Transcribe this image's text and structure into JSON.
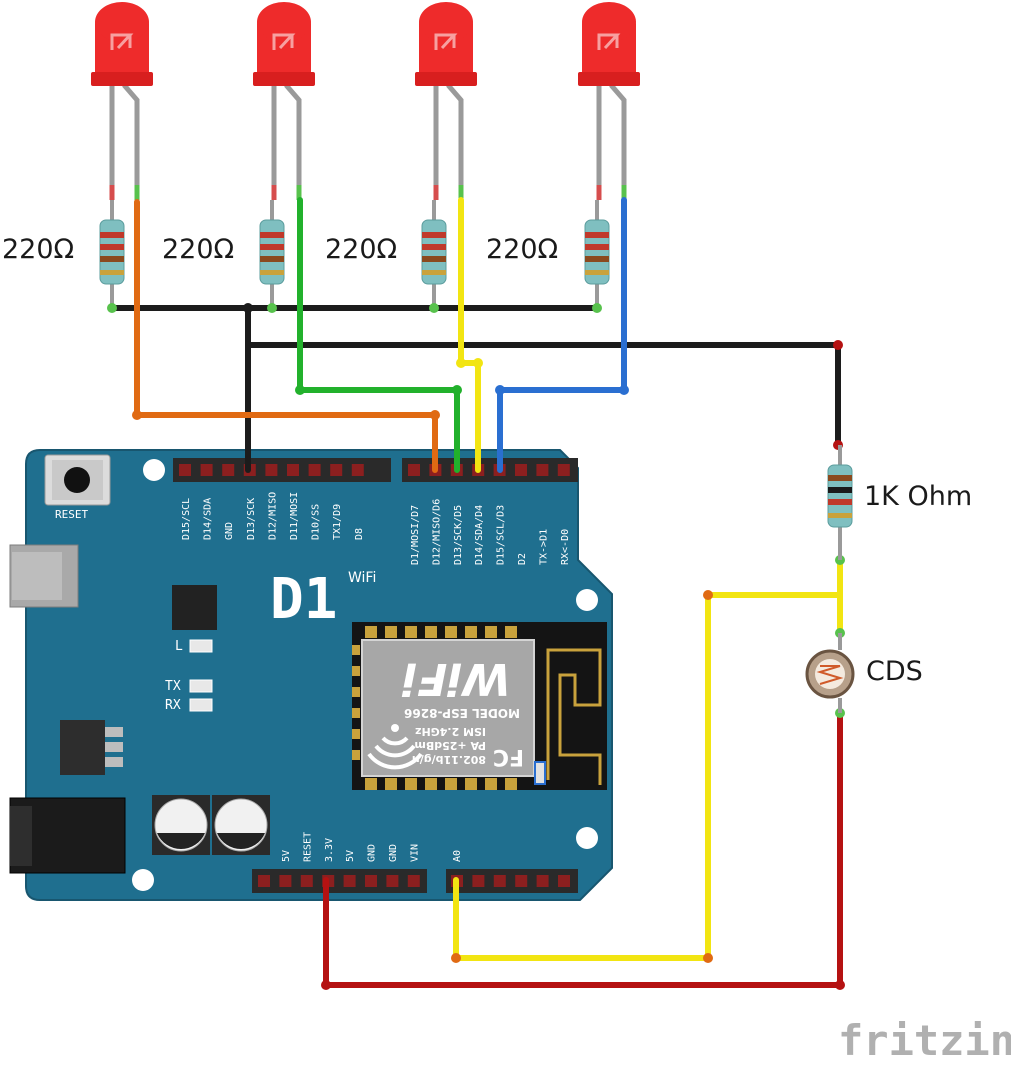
{
  "colors": {
    "board": "#1f6f8f",
    "board_edge": "#18566f",
    "wire_orange": "#e06a13",
    "wire_green": "#22b12c",
    "wire_yellow": "#f2e512",
    "wire_blue": "#2a6fd1",
    "wire_black": "#1c1c1c",
    "wire_red": "#b51212",
    "led": "#ee2b2b"
  },
  "labels": {
    "resistor_1": "220Ω",
    "resistor_2": "220Ω",
    "resistor_3": "220Ω",
    "resistor_4": "220Ω",
    "resistor_1k": "1K Ohm",
    "cds": "CDS",
    "watermark": "fritzing"
  },
  "board": {
    "logo": "D1",
    "logo_sub": "WiFi",
    "reset": "RESET",
    "led_l": "L",
    "led_tx": "TX",
    "led_rx": "RX",
    "top_pins_left": [
      "D15/SCL",
      "D14/SDA",
      "GND",
      "D13/SCK",
      "D12/MISO",
      "D11/MOSI",
      "D10/SS",
      "TX1/D9",
      "D8"
    ],
    "top_pins_right": [
      "D1/MOSI/D7",
      "D12/MISO/D6",
      "D13/SCK/D5",
      "D14/SDA/D4",
      "D15/SCL/D3",
      "D2",
      "TX->D1",
      "RX<-D0"
    ],
    "bottom_pins_left": [
      "5V",
      "RESET",
      "3.3V",
      "5V",
      "GND",
      "GND",
      "VIN"
    ],
    "bottom_pins_right": [
      "A0"
    ]
  },
  "module": {
    "fc": "FC",
    "line1": "802.11b/g/n",
    "line2": "PA +25dBm",
    "line3": "ISM 2.4GHz",
    "model": "MODEL  ESP-8266",
    "wifi": "WiFi"
  }
}
